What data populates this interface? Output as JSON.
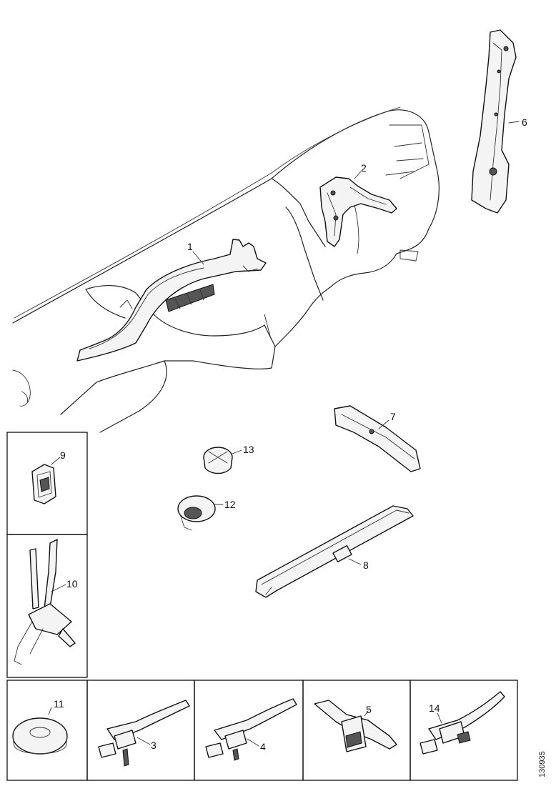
{
  "diagram": {
    "callouts": [
      {
        "id": "1",
        "label": "1"
      },
      {
        "id": "2",
        "label": "2"
      },
      {
        "id": "3",
        "label": "3"
      },
      {
        "id": "4",
        "label": "4"
      },
      {
        "id": "5",
        "label": "5"
      },
      {
        "id": "6",
        "label": "6"
      },
      {
        "id": "7",
        "label": "7"
      },
      {
        "id": "8",
        "label": "8"
      },
      {
        "id": "9",
        "label": "9"
      },
      {
        "id": "10",
        "label": "10"
      },
      {
        "id": "11",
        "label": "11"
      },
      {
        "id": "12",
        "label": "12"
      },
      {
        "id": "13",
        "label": "13"
      },
      {
        "id": "14",
        "label": "14"
      }
    ],
    "reference_number": "130935"
  }
}
